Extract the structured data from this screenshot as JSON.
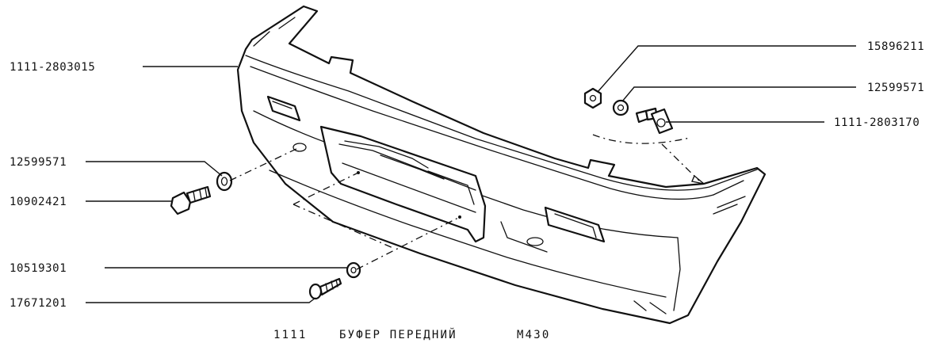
{
  "labels": {
    "bumper": "1111-2803015",
    "nut": "15896211",
    "washer_right": "12599571",
    "bracket_bolt": "1111-2803170",
    "washer_left": "12599571",
    "bolt": "10902421",
    "flat_washer": "10519301",
    "screw": "17671201"
  },
  "caption": {
    "model": "1111",
    "title": "БУФЕР ПЕРЕДНИЙ",
    "code": "М430"
  }
}
